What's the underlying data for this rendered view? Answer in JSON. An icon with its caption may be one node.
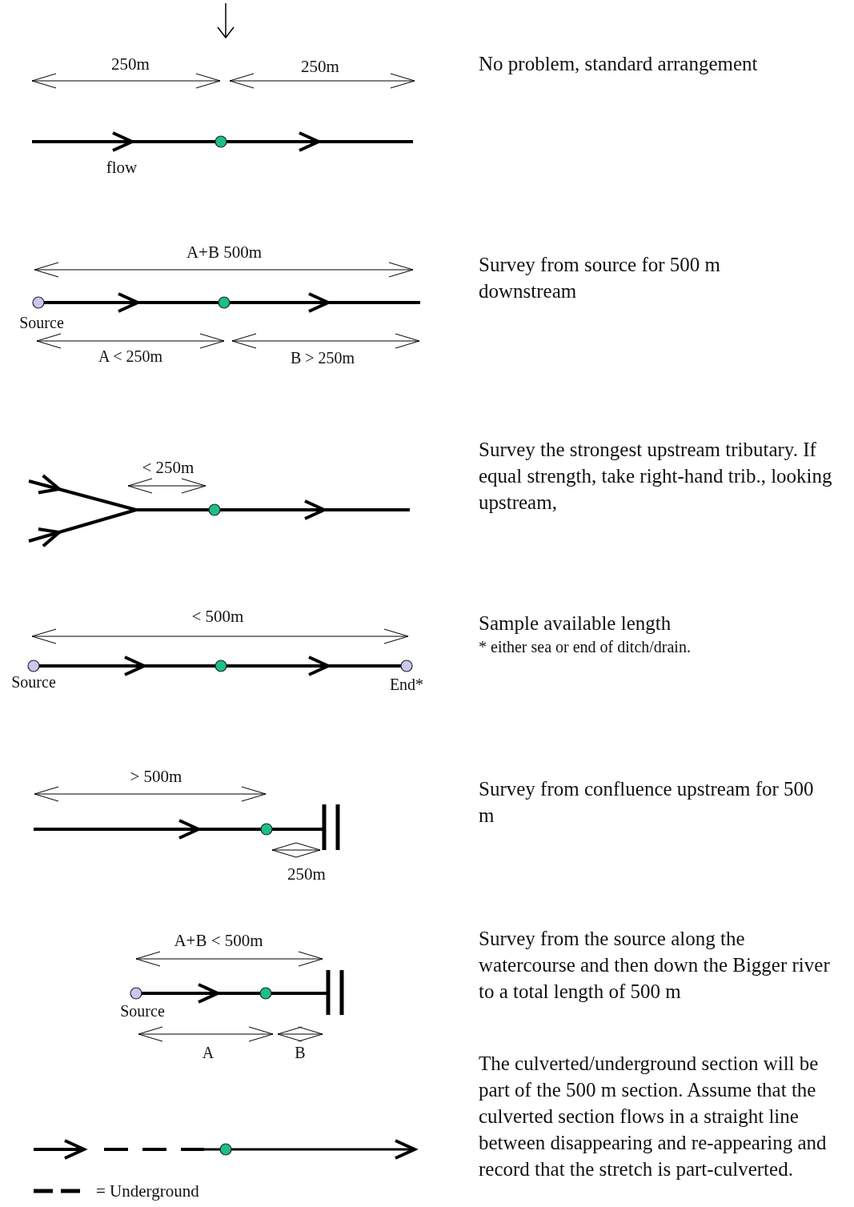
{
  "diagram": {
    "labels": [
      "250m",
      "250m",
      "No problem, standard arrangement",
      "flow",
      "A+B 500m",
      "Survey from source for 500 m downstream",
      "Source",
      "A < 250m",
      "B > 250m",
      "< 250m",
      "Survey the strongest upstream tributary. If equal strength, take right-hand trib., looking upstream,",
      "< 500m",
      "Sample available length",
      "* either sea or end of ditch/drain.",
      "Source",
      "End*",
      "> 500m",
      "Survey from confluence upstream for 500 m",
      "250m",
      "A+B < 500m",
      "Survey from the source along the watercourse and then down the Bigger river to a total length of 500 m",
      "Source",
      "A",
      "B",
      "The culverted/underground section will be part of the 500 m section. Assume that the culverted section flows in a straight line between disappearing and re-appearing and record that the stretch is part-culverted."
    ],
    "legend": [
      {
        "text": "= Underground"
      }
    ]
  }
}
